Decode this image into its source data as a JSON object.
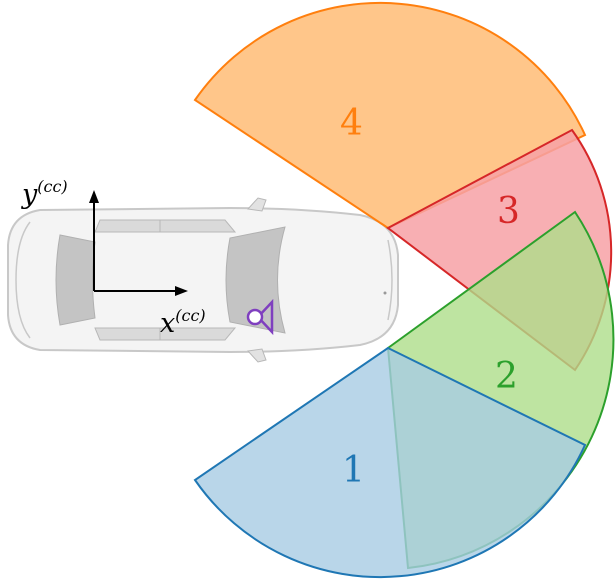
{
  "diagram": {
    "axes": {
      "y_label": "y",
      "y_superscript": "(cc)",
      "x_label": "x",
      "x_superscript": "(cc)"
    },
    "sensors": [
      {
        "id": 1,
        "label": "1",
        "stroke": "#1f77b4",
        "fill": "#a8cce4"
      },
      {
        "id": 2,
        "label": "2",
        "stroke": "#2ca02c",
        "fill": "#aedd8a"
      },
      {
        "id": 3,
        "label": "3",
        "stroke": "#d62728",
        "fill": "#f7a1a6"
      },
      {
        "id": 4,
        "label": "4",
        "stroke": "#ff7f0e",
        "fill": "#ffc07d"
      }
    ],
    "colors": {
      "car_body": "#f4f4f4",
      "car_outline": "#c8c8c8",
      "car_glass": "#c4c4c4",
      "sensor_marker": "#7f3fbf"
    },
    "icons": [
      "car-icon",
      "sensor-marker-icon"
    ]
  }
}
